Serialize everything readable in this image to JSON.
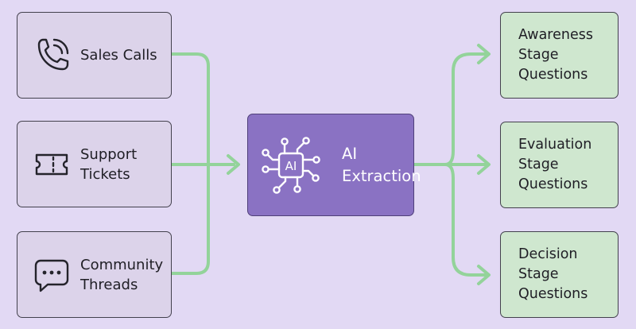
{
  "sources": [
    {
      "lines": [
        "Sales Calls"
      ],
      "icon": "phone-icon"
    },
    {
      "lines": [
        "Support",
        "Tickets"
      ],
      "icon": "ticket-icon"
    },
    {
      "lines": [
        "Community",
        "Threads"
      ],
      "icon": "chat-bubble-icon"
    }
  ],
  "center": {
    "lines": [
      "AI",
      "Extraction"
    ],
    "chip_text": "AI",
    "icon": "ai-chip-icon"
  },
  "outputs": [
    {
      "lines": [
        "Awareness",
        "Stage",
        "Questions"
      ]
    },
    {
      "lines": [
        "Evaluation",
        "Stage",
        "Questions"
      ]
    },
    {
      "lines": [
        "Decision",
        "Stage",
        "Questions"
      ]
    }
  ],
  "colors": {
    "background": "#e2d9f4",
    "source_fill": "#dcd3ea",
    "center_fill": "#8a72c3",
    "output_fill": "#cfe7cf",
    "connector": "#93d39a",
    "outline": "#43414d"
  }
}
